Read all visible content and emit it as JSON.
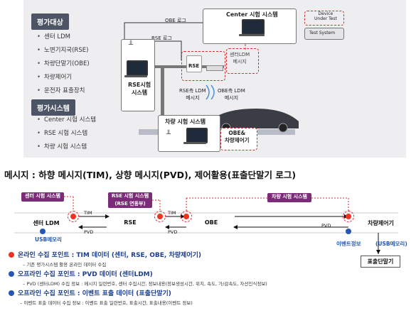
{
  "top": {
    "eval_target_heading": "평가대상",
    "eval_target_items": [
      "센터 LDM",
      "노변기지국(RSE)",
      "차량단말기(OBE)",
      "차량제어기",
      "운전자 표출장치"
    ],
    "eval_system_heading": "평가시스템",
    "eval_system_items": [
      "Center 시험 시스템",
      "RSE 시험 시스템",
      "차량 시험 시스템"
    ],
    "center_system_label": "Center 시험 시스템",
    "obe_log_label": "OBE 로그",
    "rse_log_label": "RSE 로그",
    "rse_test_system_label": "RSE시험\n시스템",
    "rse_label": "RSE",
    "center_ldm_msg_label": "센터LDM\n메시지",
    "rse_ldm_msg_label": "RSE측 LDM\n메시지",
    "obe_ldm_msg_label": "OBE측 LDM\n메시지",
    "vehicle_test_system_label": "차량 시험 시스템",
    "obe_controller_label": "OBE&\n차량제어기",
    "legend_dut": "Device\nUnder Test",
    "legend_test_system": "Test System"
  },
  "bottom": {
    "title": "메시지 : 하향 메시지(TIM), 상향 메시지(PVD), 제어활용(표출단말기 로그)",
    "center_test_system": "센터 시험 시스템",
    "rse_test_system": "RSE 시험 시스템\n(RSE 연동부)",
    "vehicle_test_system": "차량 시험 시스템",
    "node_center_ldm": "센터 LDM",
    "node_rse": "RSE",
    "node_obe": "OBE",
    "node_vehicle_ctrl": "차량제어기",
    "node_display": "표출단말기",
    "tim_label": "TIM",
    "pvd_label": "PVD",
    "usb_memory": "USB메모리",
    "usb_memory_bracket": "(USB메모리)",
    "event_info": "이벤트정보",
    "legend": [
      {
        "title": "온라인 수집 포인트 : TIM 데이터 (센터, RSE, OBE, 차량제어기)",
        "sub": "–  기존 평가시스템 활용 온라인 데이터 수집"
      },
      {
        "title": "오프라인 수집 포인트 : PVD 데이터 (센터LDM)",
        "sub": "–  PVD (센터LDM) 수집 정보 : 메시지 일련번호, 센터 수집시간, 정보내용(정보생성시간, 위치, 속도, 가/감속도, 자선인식정보)"
      },
      {
        "title": "오프라인 수집 포인트 : 이벤트 표출 데이터 (표출단말기)",
        "sub": "–  이벤트 표출 데이터 수집 정보 : 이벤트 표출 일련번호, 표출시간, 표출내용(이벤트 정보)"
      }
    ]
  },
  "colors": {
    "panel_bg": "#eeeef1",
    "heading_bg": "#4d5466",
    "purple": "#7b2b78",
    "red_point": "#e32222",
    "blue_text": "#2457b5"
  }
}
